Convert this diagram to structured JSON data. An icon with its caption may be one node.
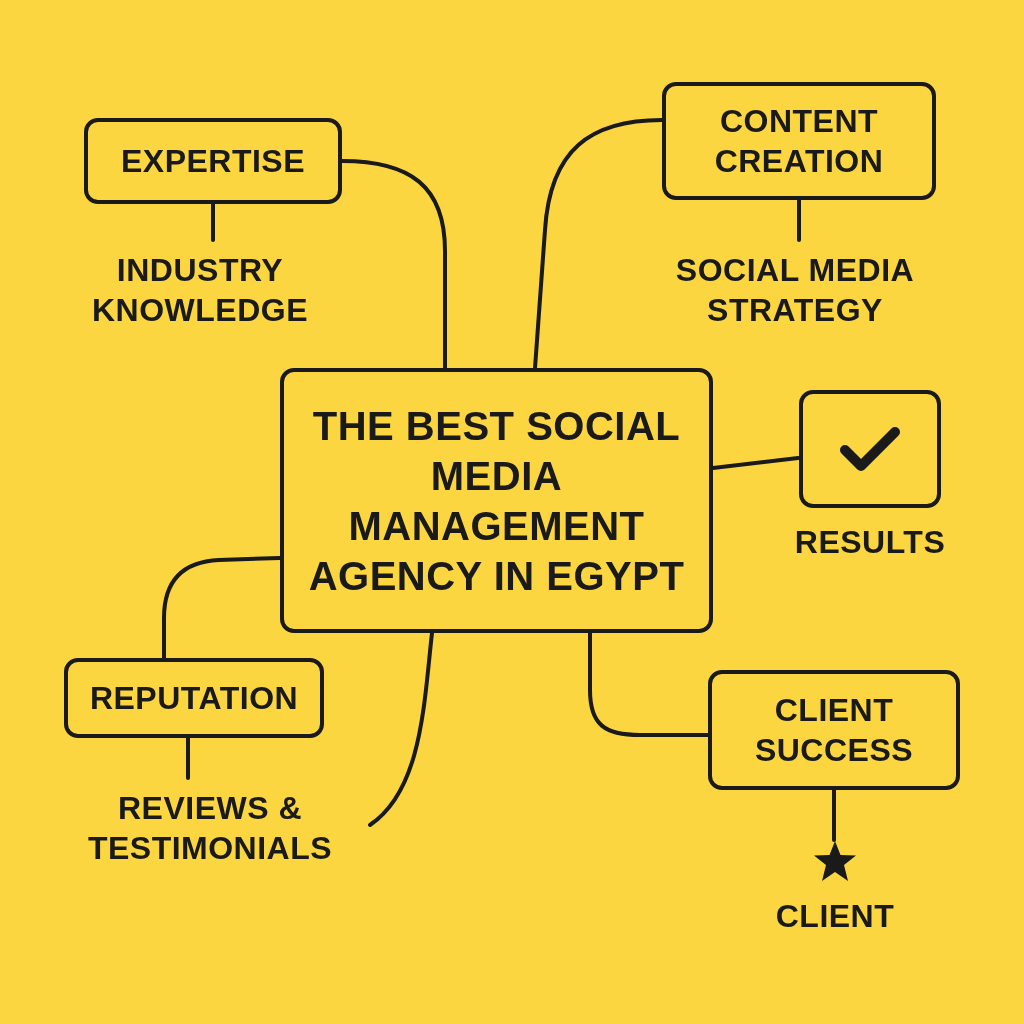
{
  "diagram": {
    "nodes": [
      {
        "text": [
          "THE BEST SOCIAL MEDIA MANAGEMENT AGENCY IN EGYPT"
        ]
      },
      {
        "text": [
          "EXPERTISE"
        ]
      },
      {
        "text": [
          "INDUSTRY KNOWLEDGE"
        ]
      },
      {
        "text": [
          "CONTENT CREATION"
        ]
      },
      {
        "text": [
          "SOCIAL MEDIA STRATEGY"
        ]
      },
      {
        "text": [
          "RESULTS"
        ]
      },
      {
        "text": [
          "REPUTATION"
        ]
      },
      {
        "text": [
          "REVIEWS & TESTIMONIALS"
        ]
      },
      {
        "text": [
          "CLIENT SUCCESS"
        ]
      },
      {
        "text": [
          "CLIENT"
        ]
      }
    ],
    "edges": [
      {
        "from": 0,
        "to": 1,
        "arrow": "none"
      },
      {
        "from": 1,
        "to": 2,
        "arrow": "none"
      },
      {
        "from": 0,
        "to": 3,
        "arrow": "none"
      },
      {
        "from": 3,
        "to": 4,
        "arrow": "none"
      },
      {
        "from": 0,
        "to": 5,
        "arrow": "none"
      },
      {
        "from": 0,
        "to": 6,
        "arrow": "none"
      },
      {
        "from": 6,
        "to": 7,
        "arrow": "none"
      },
      {
        "from": 0,
        "to": 7,
        "arrow": "none"
      },
      {
        "from": 0,
        "to": 8,
        "arrow": "none"
      },
      {
        "from": 8,
        "to": 9,
        "arrow": "none"
      }
    ]
  }
}
